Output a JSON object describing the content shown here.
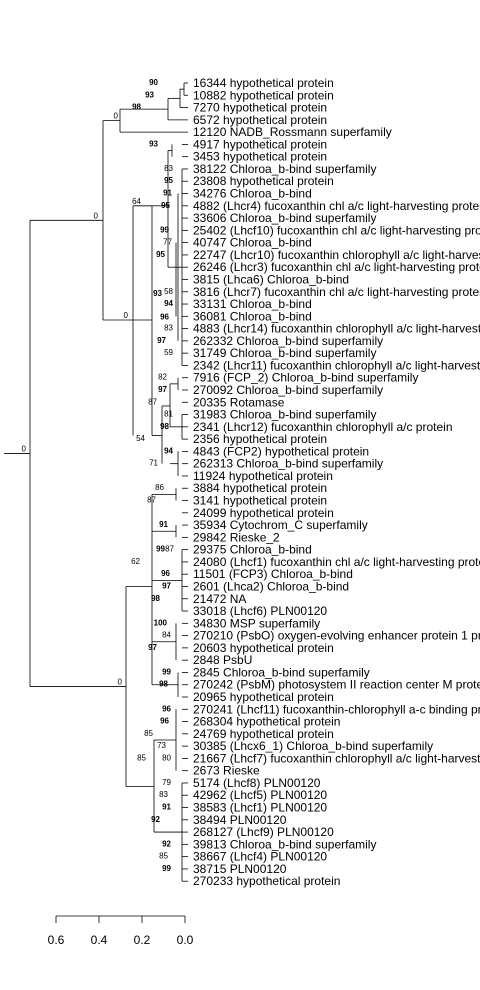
{
  "tree": {
    "tips": [
      "16344 hypothetical protein",
      "10882 hypothetical protein",
      "7270 hypothetical protein",
      "6572 hypothetical protein",
      "12120 NADB_Rossmann superfamily",
      "4917 hypothetical protein",
      "3453 hypothetical protein",
      "38122 Chloroa_b-bind superfamily",
      "23808 hypothetical protein",
      "34276 Chloroa_b-bind",
      "4882 (Lhcr4) fucoxanthin chl a/c light-harvesting protei",
      "33606 Chloroa_b-bind superfamily",
      "25402 (Lhcf10) fucoxanthin chl a/c light-harvesting pro",
      "40747 Chloroa_b-bind",
      "22747 (Lhcr10) fucoxanthin chlorophyll a/c light-harves",
      "26246 (Lhcr3) fucoxanthin chl a/c light-harvesting prote",
      "3815 (Lhca6) Chloroa_b-bind",
      "3816 (Lhcr7) fucoxanthin chl a/c light-harvesting protei",
      "33131 Chloroa_b-bind",
      "36081 Chloroa_b-bind",
      "4883 (Lhcr14) fucoxanthin chlorophyll a/c light-harvest",
      "262332 Chloroa_b-bind superfamily",
      "31749 Chloroa_b-bind superfamily",
      "2342 (Lhcr11) fucoxanthin chlorophyll a/c light-harvest",
      "7916 (FCP_2) Chloroa_b-bind superfamily",
      "270092 Chloroa_b-bind superfamily",
      "20335 Rotamase",
      "31983 Chloroa_b-bind superfamily",
      "2341 (Lhcr12) fucoxanthin chlorophyll a/c protein",
      "2356 hypothetical protein",
      "4843 (FCP2) hypothetical protein",
      "262313 Chloroa_b-bind superfamily",
      "11924 hypothetical protein",
      "3884 hypothetical protein",
      "3141 hypothetical protein",
      "24099 hypothetical protein",
      "35934 Cytochrom_C superfamily",
      "29842 Rieske_2",
      "29375 Chloroa_b-bind",
      "24080 (Lhcf1) fucoxanthin chl a/c light-harvesting prote",
      "11501 (FCP3) Chloroa_b-bind",
      "2601 (Lhca2) Chloroa_b-bind",
      "21472 NA",
      "33018 (Lhcf6) PLN00120",
      "34830 MSP superfamily",
      "270210 (PsbO) oxygen-evolving enhancer protein 1 pr",
      "20603 hypothetical protein",
      "2848 PsbU",
      "2845 Chloroa_b-bind superfamily",
      "270242 (PsbM) photosystem II reaction center M prote",
      "20965 hypothetical protein",
      "270241 (Lhcf11) fucoxanthin-chlorophyll a-c binding pr",
      "268304 hypothetical protein",
      "24769 hypothetical protein",
      "30385 (Lhcx6_1) Chloroa_b-bind superfamily",
      "21667 (Lhcf7) fucoxanthin chlorophyll a/c light-harvest",
      "2673 Rieske",
      "5174 (Lhcf8) PLN00120",
      "42962 (Lhcf5) PLN00120",
      "38583 (Lhcf1) PLN00120",
      "38494 PLN00120",
      "268127 (Lhcf9) PLN00120",
      "39813 Chloroa_b-bind superfamily",
      "38667 (Lhcf4) PLN00120",
      "38715 PLN00120",
      "270233 hypothetical protein"
    ],
    "support_labels": [
      {
        "text": "0",
        "bold": false
      },
      {
        "text": "0",
        "bold": false
      },
      {
        "text": "0",
        "bold": false
      },
      {
        "text": "0",
        "bold": false
      },
      {
        "text": "0",
        "bold": false
      },
      {
        "text": "90",
        "bold": true
      },
      {
        "text": "93",
        "bold": true
      },
      {
        "text": "98",
        "bold": true
      },
      {
        "text": "64",
        "bold": false
      },
      {
        "text": "54",
        "bold": false
      },
      {
        "text": "93",
        "bold": true
      },
      {
        "text": "83",
        "bold": false
      },
      {
        "text": "95",
        "bold": true
      },
      {
        "text": "91",
        "bold": true
      },
      {
        "text": "95",
        "bold": true
      },
      {
        "text": "99",
        "bold": true
      },
      {
        "text": "77",
        "bold": false
      },
      {
        "text": "95",
        "bold": true
      },
      {
        "text": "58",
        "bold": false
      },
      {
        "text": "93",
        "bold": true
      },
      {
        "text": "94",
        "bold": true
      },
      {
        "text": "96",
        "bold": true
      },
      {
        "text": "83",
        "bold": false
      },
      {
        "text": "97",
        "bold": true
      },
      {
        "text": "59",
        "bold": false
      },
      {
        "text": "82",
        "bold": false
      },
      {
        "text": "97",
        "bold": true
      },
      {
        "text": "87",
        "bold": false
      },
      {
        "text": "81",
        "bold": false
      },
      {
        "text": "98",
        "bold": true
      },
      {
        "text": "71",
        "bold": false
      },
      {
        "text": "94",
        "bold": true
      },
      {
        "text": "62",
        "bold": false
      },
      {
        "text": "86",
        "bold": false
      },
      {
        "text": "87",
        "bold": false
      },
      {
        "text": "91",
        "bold": true
      },
      {
        "text": "99",
        "bold": true
      },
      {
        "text": "87",
        "bold": false
      },
      {
        "text": "96",
        "bold": true
      },
      {
        "text": "97",
        "bold": true
      },
      {
        "text": "98",
        "bold": true
      },
      {
        "text": "100",
        "bold": true
      },
      {
        "text": "84",
        "bold": false
      },
      {
        "text": "97",
        "bold": true
      },
      {
        "text": "99",
        "bold": true
      },
      {
        "text": "98",
        "bold": true
      },
      {
        "text": "85",
        "bold": false
      },
      {
        "text": "96",
        "bold": true
      },
      {
        "text": "96",
        "bold": true
      },
      {
        "text": "73",
        "bold": false
      },
      {
        "text": "80",
        "bold": false
      },
      {
        "text": "85",
        "bold": false
      },
      {
        "text": "79",
        "bold": false
      },
      {
        "text": "83",
        "bold": false
      },
      {
        "text": "91",
        "bold": true
      },
      {
        "text": "92",
        "bold": true
      },
      {
        "text": "92",
        "bold": true
      },
      {
        "text": "85",
        "bold": false
      },
      {
        "text": "99",
        "bold": true
      }
    ],
    "scale_axis": {
      "ticks": [
        "0.6",
        "0.4",
        "0.2",
        "0.0"
      ]
    }
  }
}
